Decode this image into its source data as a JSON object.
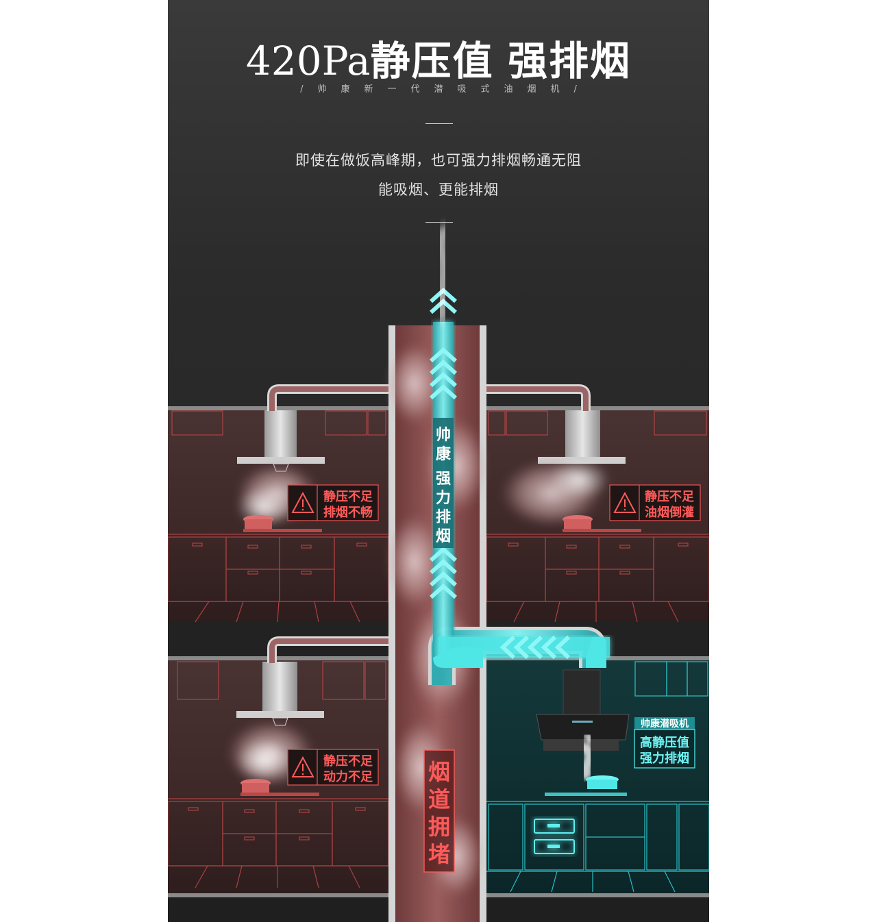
{
  "header": {
    "headline_number": "420Pa",
    "headline_text1": "静压值",
    "headline_text2": "强排烟",
    "subline": "/帅康新一代潜吸式油烟机/",
    "desc_line1": "即使在做饭高峰期，也可强力排烟畅通无阻",
    "desc_line2": "能吸烟、更能排烟"
  },
  "duct": {
    "clear_label": [
      "帅",
      "康",
      "强",
      "力",
      "排",
      "烟"
    ],
    "blocked_label": [
      "烟",
      "道",
      "拥",
      "堵"
    ]
  },
  "kitchens": {
    "top_left": {
      "line1": "静压不足",
      "line2": "排烟不畅"
    },
    "top_right": {
      "line1": "静压不足",
      "line2": "油烟倒灌"
    },
    "bottom_left": {
      "line1": "静压不足",
      "line2": "动力不足"
    },
    "bottom_right": {
      "brand": "帅康潜吸机",
      "line1": "高静压值",
      "line2": "强力排烟"
    }
  },
  "colors": {
    "background": "#2b2b2b",
    "warning_red": "#ff5a5a",
    "clean_cyan": "#4fe6e6",
    "smoke": "#b87a7a"
  }
}
